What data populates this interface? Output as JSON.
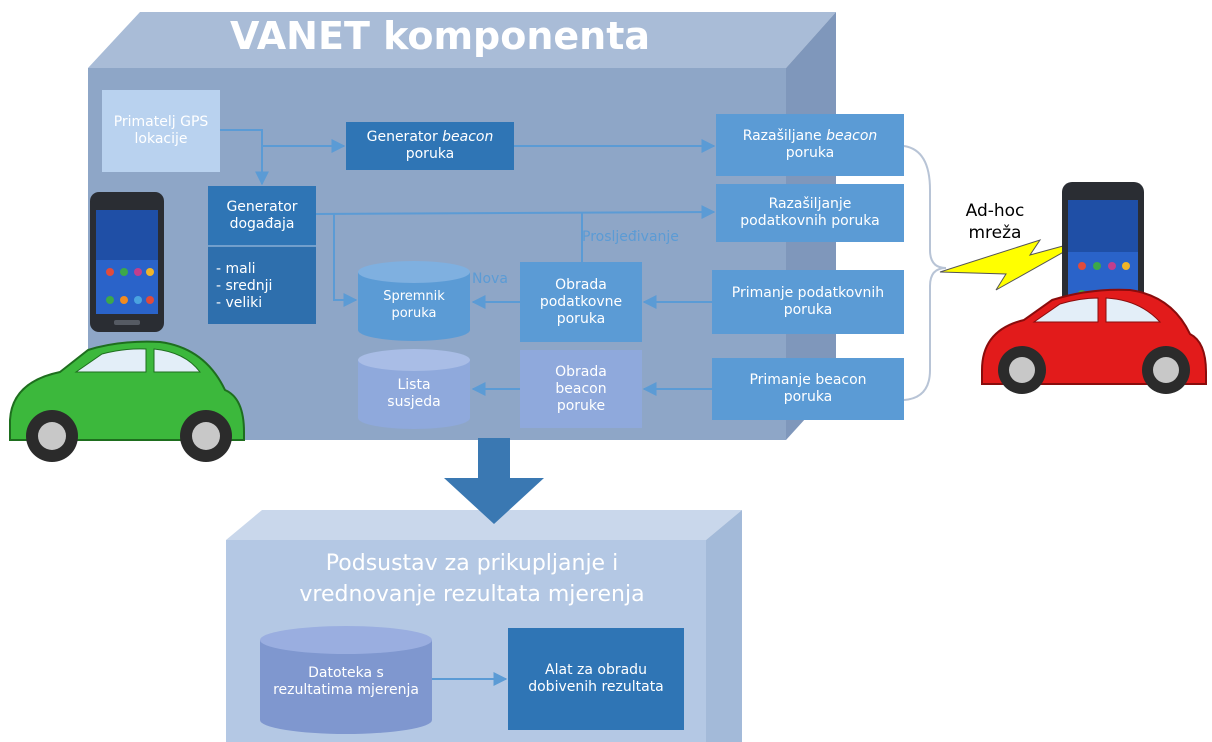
{
  "title": "VANET komponenta",
  "subsystem_title_line1": "Podsustav za prikupljanje i",
  "subsystem_title_line2": "vrednovanje rezultata mjerenja",
  "nodes": {
    "gps": {
      "line1": "Primatelj GPS",
      "line2": "lokacije"
    },
    "beacon_gen": {
      "line1": "Generator ",
      "line1_italic": "beacon",
      "line2": "poruka"
    },
    "beacon_bcast": {
      "line1": "Razašiljane ",
      "line1_italic": "beacon",
      "line2": "poruka"
    },
    "data_bcast": {
      "line1": "Razašiljanje",
      "line2": "podatkovnih poruka"
    },
    "event_gen": {
      "line1": "Generator",
      "line2": "događaja"
    },
    "event_sizes": [
      "- mali",
      "- srednji",
      "- veliki"
    ],
    "msg_store": {
      "line1": "Spremnik",
      "line2": "poruka"
    },
    "data_proc": {
      "line1": "Obrada",
      "line2": "podatkovne",
      "line3": "poruka"
    },
    "data_recv": {
      "line1": "Primanje podatkovnih",
      "line2": "poruka"
    },
    "neighbor_list": {
      "line1": "Lista",
      "line2": "susjeda"
    },
    "beacon_proc": {
      "line1": "Obrada",
      "line2": "beacon",
      "line3": "poruke"
    },
    "beacon_recv": {
      "line1": "Primanje beacon",
      "line2": "poruka"
    },
    "results_file": {
      "line1": "Datoteka s",
      "line2": "rezultatima mjerenja"
    },
    "analysis_tool": {
      "line1": "Alat za obradu",
      "line2": "dobivenih rezultata"
    }
  },
  "edge_labels": {
    "forwarding": "Prosljeđivanje",
    "new": "Nova"
  },
  "network_label": {
    "line1": "Ad-hoc",
    "line2": "mreža"
  },
  "colors": {
    "box_front": "#8ea6c7",
    "box_top": "#a9bcd7",
    "box_side": "#7f97bb",
    "dark_blue": "#2f75b5",
    "mid_blue": "#5b9bd5",
    "pale_blue": "#9dc3e6",
    "arrow": "#5b9bd5",
    "big_arrow": "#3a78b2",
    "car_green": "#3cb83c",
    "car_red": "#e21b1b",
    "bolt": "#ffff00"
  }
}
